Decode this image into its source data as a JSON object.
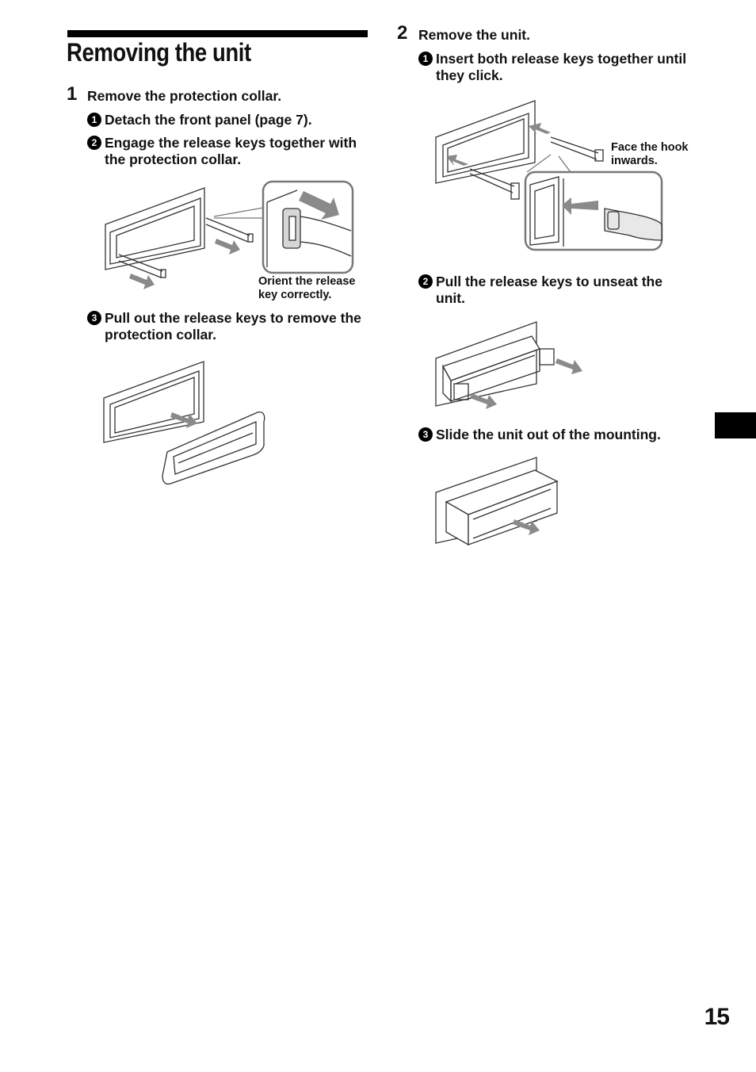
{
  "section": {
    "title": "Removing the unit"
  },
  "step1": {
    "number": "1",
    "heading": "Remove the protection collar.",
    "substeps": [
      {
        "marker": "1",
        "text": "Detach the front panel (page 7)."
      },
      {
        "marker": "2",
        "text": "Engage the release keys together with the protection collar."
      },
      {
        "marker": "3",
        "text": "Pull out the release keys to remove the protection collar."
      }
    ],
    "callout": "Orient the release key correctly."
  },
  "step2": {
    "number": "2",
    "heading": "Remove the unit.",
    "substeps": [
      {
        "marker": "1",
        "text": "Insert both release keys together until they click."
      },
      {
        "marker": "2",
        "text": "Pull the release keys to unseat the unit."
      },
      {
        "marker": "3",
        "text": "Slide the unit out of the mounting."
      }
    ],
    "callout": "Face the hook inwards."
  },
  "page": {
    "number": "15"
  },
  "colors": {
    "text": "#111111",
    "line": "#333333",
    "arrow": "#8a8a8a",
    "tab": "#000000"
  }
}
